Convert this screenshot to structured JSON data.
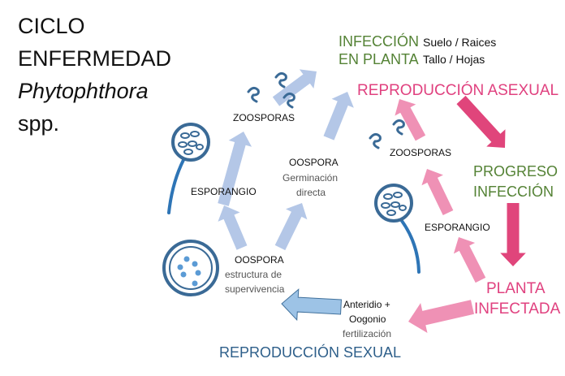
{
  "title": {
    "line1": "CICLO",
    "line2": "ENFERMEDAD",
    "line3": "Phytophthora",
    "line4": "spp."
  },
  "infection": {
    "line1": "INFECCIÓN",
    "line2": "EN PLANTA",
    "site1": "Suelo / Raices",
    "site2": "Tallo /  Hojas"
  },
  "asexual_label": "REPRODUCCIÓN ASEXUAL",
  "sexual_label": "REPRODUCCIÓN SEXUAL",
  "progress": {
    "line1": "PROGRESO",
    "line2": "INFECCIÓN"
  },
  "infected_plant": {
    "line1": "PLANTA",
    "line2": "INFECTADA"
  },
  "left_cycle": {
    "zoosporas": "ZOOSPORAS",
    "esporangio": "ESPORANGIO",
    "oospora_direct": {
      "title": "OOSPORA",
      "line1": "Germinación",
      "line2": "directa"
    },
    "oospora_survival": {
      "title": "OOSPORA",
      "line1": "estructura de",
      "line2": "supervivencia"
    }
  },
  "right_cycle": {
    "zoosporas": "ZOOSPORAS",
    "esporangio": "ESPORANGIO"
  },
  "fertilization": {
    "line1": "Anteridio +",
    "line2": "Oogonio",
    "line3": "fertilización"
  },
  "colors": {
    "light_blue": "#b4c7e7",
    "blue": "#9dc3e6",
    "light_pink": "#ef91b5",
    "dark_pink": "#e0457b",
    "green": "#548235",
    "icon_blue": "#3a6a96"
  }
}
